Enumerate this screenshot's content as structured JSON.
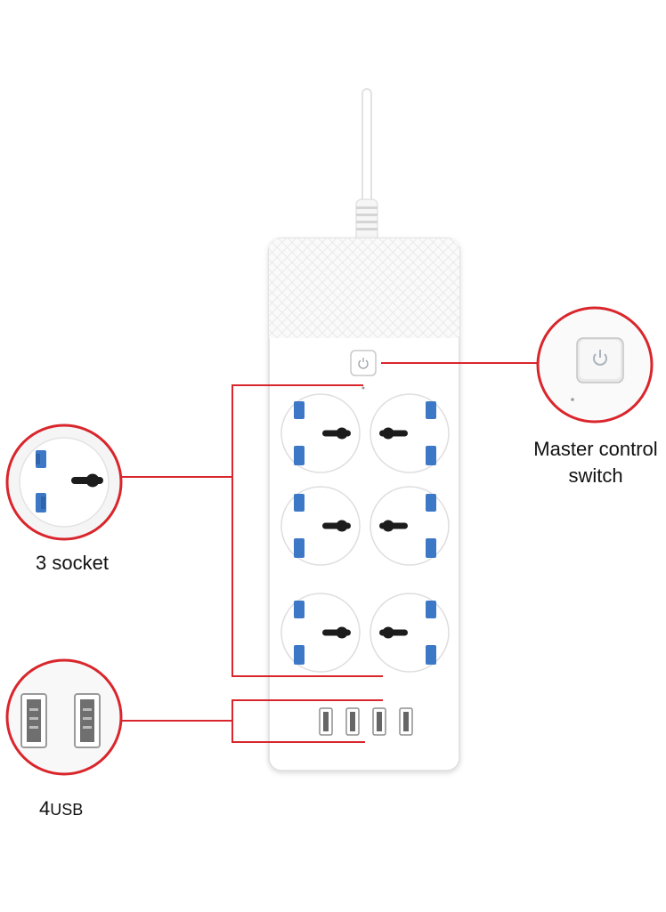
{
  "callouts": {
    "socket_label": "3 socket",
    "usb_count": "4",
    "usb_label": "USB",
    "master_line1": "Master control",
    "master_line2": "switch"
  },
  "product": {
    "socket_count": 6,
    "usb_port_count": 4
  },
  "colors": {
    "accent_red": "#d9262c",
    "socket_blue": "#3d78c7",
    "body_white": "#ffffff",
    "outline_grey": "#d6d6d6"
  }
}
